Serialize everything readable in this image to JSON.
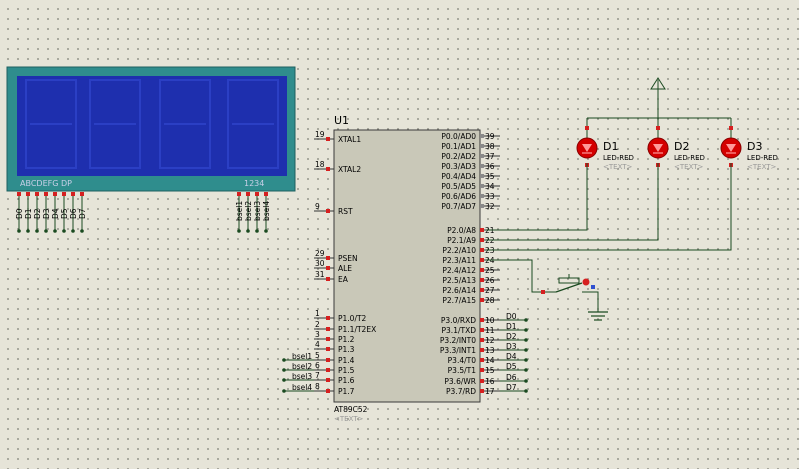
{
  "mcu": {
    "ref": "U1",
    "part": "AT89C52",
    "text": "<TEXT>",
    "left_pins": [
      {
        "num": "19",
        "name": "XTAL1"
      },
      {
        "num": "18",
        "name": "XTAL2"
      },
      {
        "num": "9",
        "name": "RST"
      },
      {
        "num": "29",
        "name": "PSEN"
      },
      {
        "num": "30",
        "name": "ALE"
      },
      {
        "num": "31",
        "name": "EA"
      },
      {
        "num": "1",
        "name": "P1.0/T2"
      },
      {
        "num": "2",
        "name": "P1.1/T2EX"
      },
      {
        "num": "3",
        "name": "P1.2"
      },
      {
        "num": "4",
        "name": "P1.3"
      },
      {
        "num": "5",
        "name": "P1.4"
      },
      {
        "num": "6",
        "name": "P1.5"
      },
      {
        "num": "7",
        "name": "P1.6"
      },
      {
        "num": "8",
        "name": "P1.7"
      }
    ],
    "right_pins": [
      {
        "num": "39",
        "name": "P0.0/AD0"
      },
      {
        "num": "38",
        "name": "P0.1/AD1"
      },
      {
        "num": "37",
        "name": "P0.2/AD2"
      },
      {
        "num": "36",
        "name": "P0.3/AD3"
      },
      {
        "num": "35",
        "name": "P0.4/AD4"
      },
      {
        "num": "34",
        "name": "P0.5/AD5"
      },
      {
        "num": "33",
        "name": "P0.6/AD6"
      },
      {
        "num": "32",
        "name": "P0.7/AD7"
      },
      {
        "num": "21",
        "name": "P2.0/A8"
      },
      {
        "num": "22",
        "name": "P2.1/A9"
      },
      {
        "num": "23",
        "name": "P2.2/A10"
      },
      {
        "num": "24",
        "name": "P2.3/A11"
      },
      {
        "num": "25",
        "name": "P2.4/A12"
      },
      {
        "num": "26",
        "name": "P2.5/A13"
      },
      {
        "num": "27",
        "name": "P2.6/A14"
      },
      {
        "num": "28",
        "name": "P2.7/A15"
      },
      {
        "num": "10",
        "name": "P3.0/RXD"
      },
      {
        "num": "11",
        "name": "P3.1/TXD"
      },
      {
        "num": "12",
        "name": "P3.2/INT0"
      },
      {
        "num": "13",
        "name": "P3.3/INT1"
      },
      {
        "num": "14",
        "name": "P3.4/T0"
      },
      {
        "num": "15",
        "name": "P3.5/T1"
      },
      {
        "num": "16",
        "name": "P3.6/WR"
      },
      {
        "num": "17",
        "name": "P3.7/RD"
      }
    ]
  },
  "bsel_labels": [
    "bsel1",
    "bsel2",
    "bsel3",
    "bsel4"
  ],
  "data_labels": [
    "D0",
    "D1",
    "D2",
    "D3",
    "D4",
    "D5",
    "D6",
    "D7"
  ],
  "leds": [
    {
      "ref": "D1",
      "type": "LED-RED",
      "text": "<TEXT>"
    },
    {
      "ref": "D2",
      "type": "LED-RED",
      "text": "<TEXT>"
    },
    {
      "ref": "D3",
      "type": "LED-RED",
      "text": "<TEXT>"
    }
  ],
  "display": {
    "segment_label": "ABCDEFG DP",
    "digit_label": "1234",
    "segment_pins": [
      "D0",
      "D1",
      "D2",
      "D3",
      "D4",
      "D5",
      "D6",
      "D7"
    ],
    "digit_pins": [
      "bsel1",
      "bsel2",
      "bsel3",
      "bsel4"
    ]
  },
  "colors": {
    "lcd_frame": "#2f8d8d",
    "lcd_glass": "#1e2fae",
    "mcu_body": "#c9c8b8",
    "wire": "#1a4a20",
    "led_red": "#d40000",
    "pin_marker": "#d62020"
  }
}
